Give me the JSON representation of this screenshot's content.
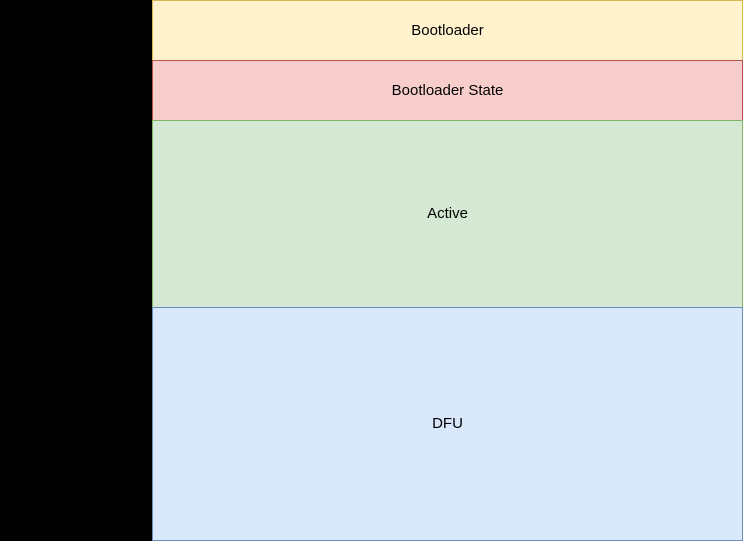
{
  "diagram": {
    "type": "memory-layout",
    "left_panel": {
      "color": "#000000"
    },
    "text_color": "#000000",
    "regions": [
      {
        "label": "Bootloader",
        "fill": "#FFF2CC",
        "border": "#D6B656"
      },
      {
        "label": "Bootloader State",
        "fill": "#F8CECC",
        "border": "#B85450"
      },
      {
        "label": "Active",
        "fill": "#D5E8D4",
        "border": "#82B366"
      },
      {
        "label": "DFU",
        "fill": "#DAE8FC",
        "border": "#6C8EBF"
      }
    ]
  }
}
